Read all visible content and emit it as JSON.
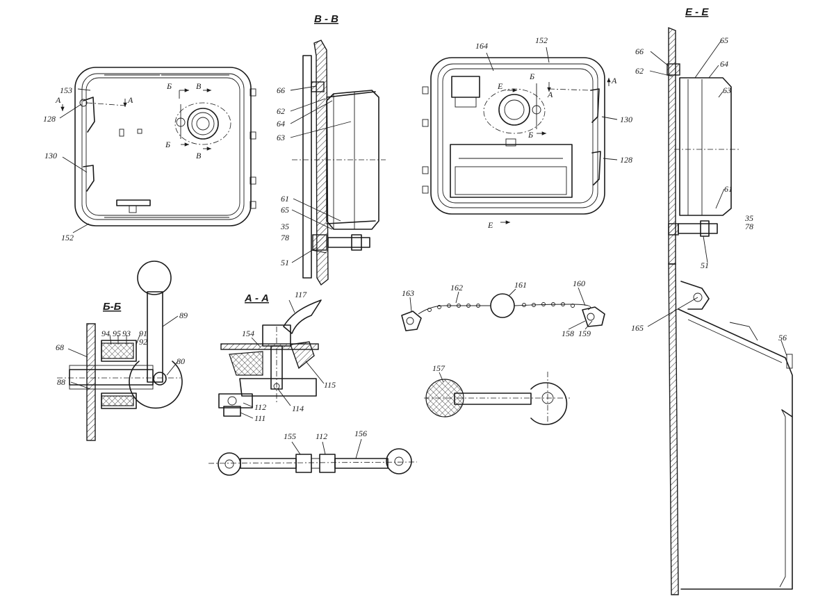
{
  "section_titles": {
    "vv": "В - В",
    "ee": "Е - Е",
    "bb": "Б-Б",
    "aa": "А - А"
  },
  "callouts": {
    "door1": [
      "153",
      "128",
      "130",
      "152",
      "А",
      "А",
      "Б",
      "В",
      "Б",
      "В"
    ],
    "vv": [
      "66",
      "62",
      "64",
      "63",
      "61",
      "65",
      "35",
      "78",
      "51"
    ],
    "door2": [
      "164",
      "152",
      "Е",
      "Б",
      "А",
      "130",
      "128",
      "Б",
      "А",
      "Е"
    ],
    "ee": [
      "66",
      "62",
      "65",
      "64",
      "63",
      "61",
      "35",
      "78",
      "51",
      "165",
      "56"
    ],
    "bb": [
      "68",
      "94",
      "95",
      "93",
      "91",
      "92",
      "89",
      "80",
      "88"
    ],
    "aa": [
      "117",
      "154",
      "115",
      "114",
      "112",
      "111"
    ],
    "chain": [
      "163",
      "162",
      "161",
      "160",
      "158",
      "159"
    ],
    "handle": [
      "157"
    ],
    "rod": [
      "155",
      "112",
      "156"
    ]
  }
}
